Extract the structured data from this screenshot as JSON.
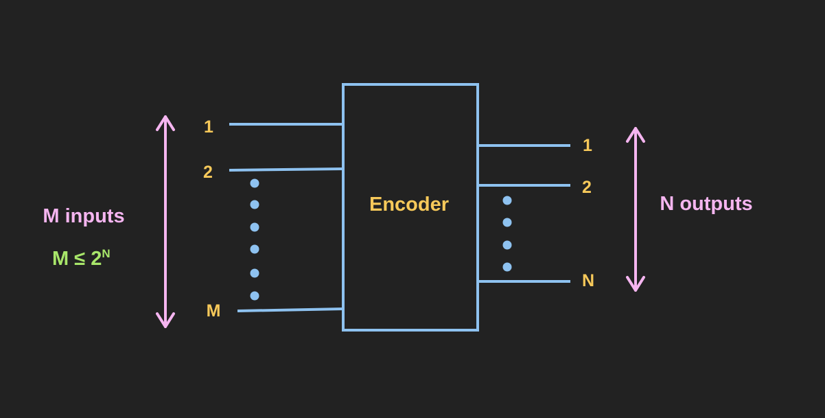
{
  "block": {
    "label": "Encoder"
  },
  "inputs": {
    "title": "M inputs",
    "constraint": {
      "base": "M ≤ 2",
      "exponent": "N"
    },
    "labels": [
      "1",
      "2",
      "M"
    ]
  },
  "outputs": {
    "title": "N outputs",
    "labels": [
      "1",
      "2",
      "N"
    ]
  },
  "colors": {
    "background": "#222222",
    "wire": "#8ec2f0",
    "pin_label": "#f7c95a",
    "arrow": "#f5b5f0",
    "inputs_title": "#f5b5f0",
    "constraint": "#a8e66a",
    "block_label": "#f7c95a"
  }
}
